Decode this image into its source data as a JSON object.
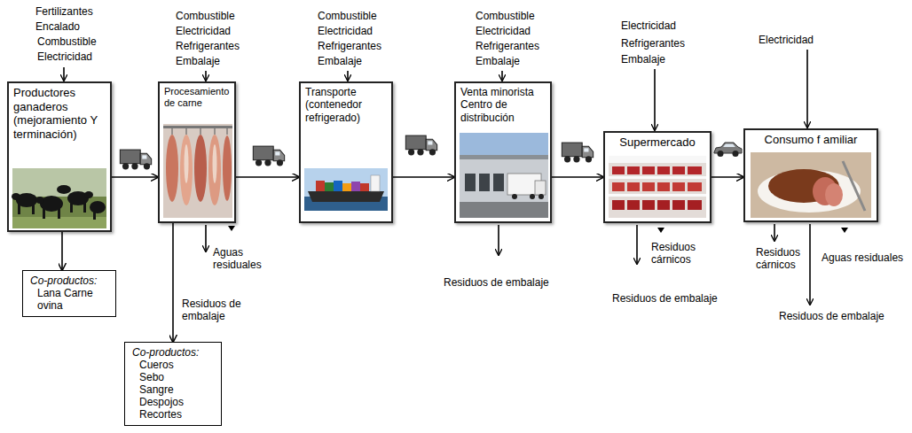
{
  "diagram": {
    "nodes": [
      {
        "text": [
          "Productores ganaderos (mejoramiento Y terminación)"
        ]
      },
      {
        "text": [
          "Procesamiento de carne"
        ]
      },
      {
        "text": [
          "Transporte (contenedor refrigerado)"
        ]
      },
      {
        "text": [
          "Venta minorista Centro de distribución"
        ]
      },
      {
        "text": [
          "Supermercado"
        ]
      },
      {
        "text": [
          "Consumo f amiliar"
        ]
      },
      {
        "text": [
          "Co-productos:",
          "Lana Carne ovina"
        ]
      },
      {
        "text": [
          "Co-productos:",
          "Cueros Sebo Sangre Despojos Recortes"
        ]
      }
    ],
    "edges": [
      {
        "from": 0,
        "to": 1,
        "arrow": "to"
      },
      {
        "from": 1,
        "to": 2,
        "arrow": "to"
      },
      {
        "from": 2,
        "to": 3,
        "arrow": "to"
      },
      {
        "from": 3,
        "to": 4,
        "arrow": "to"
      },
      {
        "from": 4,
        "to": 5,
        "arrow": "to"
      },
      {
        "from": 0,
        "to": 6,
        "arrow": "to"
      },
      {
        "from": 1,
        "to": 7,
        "arrow": "to"
      }
    ],
    "labels": [
      "Fertilizantes",
      "Encalado",
      "Combustible",
      "Electricidad",
      "Combustible",
      "Electricidad",
      "Refrigerantes",
      "Embalaje",
      "Combustible",
      "Electricidad",
      "Refrigerantes",
      "Embalaje",
      "Combustible",
      "Electricidad",
      "Refrigerantes",
      "Embalaje",
      "Electricidad",
      "Refrigerantes",
      "Embalaje",
      "Electricidad",
      "Aguas residuales",
      "Residuos de embalaje",
      "Residuos de embalaje",
      "Residuos cárnicos",
      "Residuos de embalaje",
      "Residuos cárnicos",
      "Aguas residuales",
      "Residuos de embalaje"
    ]
  }
}
